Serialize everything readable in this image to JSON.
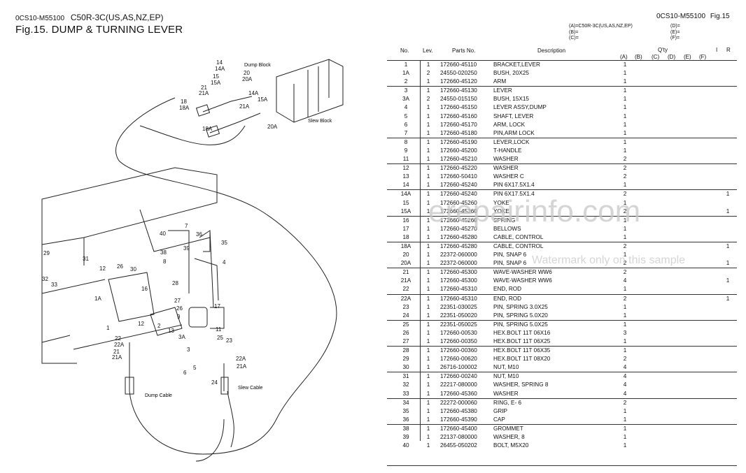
{
  "header": {
    "left_code": "0CS10-M55100",
    "model": "C50R-3C(US,AS,NZ,EP)",
    "title": "Fig.15.  DUMP & TURNING LEVER",
    "right_code": "0CS10-M55100",
    "fig": "Fig.15"
  },
  "models": {
    "a": "(A)=C50R-3C(US,AS,NZ,EP)",
    "b": "(B)=",
    "c": "(C)=",
    "d": "(D)=",
    "e": "(E)=",
    "f": "(F)="
  },
  "columns": {
    "no": "No.",
    "lev": "Lev.",
    "parts_no": "Parts No.",
    "description": "Description",
    "qty": "Q'ty",
    "i": "I",
    "r": "R",
    "a": "(A)",
    "b": "(B)",
    "c": "(C)",
    "d": "(D)",
    "e": "(E)",
    "f": "(F)"
  },
  "parts": [
    {
      "no": "1",
      "lev": "1",
      "part": "172660-45110",
      "desc": "BRACKET,LEVER",
      "a": "1",
      "r": ""
    },
    {
      "no": "1A",
      "lev": "2",
      "part": "24550-020250",
      "desc": "BUSH, 20X25",
      "a": "1",
      "r": ""
    },
    {
      "no": "2",
      "lev": "1",
      "part": "172660-45120",
      "desc": "ARM",
      "a": "1",
      "r": ""
    },
    {
      "no": "3",
      "lev": "1",
      "part": "172660-45130",
      "desc": "LEVER",
      "a": "1",
      "r": ""
    },
    {
      "no": "3A",
      "lev": "2",
      "part": "24550-015150",
      "desc": "BUSH, 15X15",
      "a": "1",
      "r": ""
    },
    {
      "no": "4",
      "lev": "1",
      "part": "172660-45150",
      "desc": "LEVER ASSY,DUMP",
      "a": "1",
      "r": ""
    },
    {
      "no": "5",
      "lev": "1",
      "part": "172660-45160",
      "desc": "SHAFT, LEVER",
      "a": "1",
      "r": ""
    },
    {
      "no": "6",
      "lev": "1",
      "part": "172660-45170",
      "desc": "ARM, LOCK",
      "a": "1",
      "r": ""
    },
    {
      "no": "7",
      "lev": "1",
      "part": "172660-45180",
      "desc": "PIN,ARM LOCK",
      "a": "1",
      "r": ""
    },
    {
      "no": "8",
      "lev": "1",
      "part": "172660-45190",
      "desc": "LEVER,LOCK",
      "a": "1",
      "r": ""
    },
    {
      "no": "9",
      "lev": "1",
      "part": "172660-45200",
      "desc": "T-HANDLE",
      "a": "1",
      "r": ""
    },
    {
      "no": "11",
      "lev": "1",
      "part": "172660-45210",
      "desc": "WASHER",
      "a": "2",
      "r": ""
    },
    {
      "no": "12",
      "lev": "1",
      "part": "172660-45220",
      "desc": "WASHER",
      "a": "2",
      "r": ""
    },
    {
      "no": "13",
      "lev": "1",
      "part": "172660-50410",
      "desc": "WASHER C",
      "a": "2",
      "r": ""
    },
    {
      "no": "14",
      "lev": "1",
      "part": "172660-45240",
      "desc": "PIN 6X17.5X1.4",
      "a": "1",
      "r": ""
    },
    {
      "no": "14A",
      "lev": "1",
      "part": "172660-45240",
      "desc": "PIN 6X17.5X1.4",
      "a": "2",
      "r": "1"
    },
    {
      "no": "15",
      "lev": "1",
      "part": "172660-45260",
      "desc": "YOKE",
      "a": "1",
      "r": ""
    },
    {
      "no": "15A",
      "lev": "1",
      "part": "172660-45260",
      "desc": "YOKE",
      "a": "2",
      "r": "1"
    },
    {
      "no": "16",
      "lev": "1",
      "part": "172660-45260",
      "desc": "SPRING",
      "a": "1",
      "r": ""
    },
    {
      "no": "17",
      "lev": "1",
      "part": "172660-45270",
      "desc": "BELLOWS",
      "a": "1",
      "r": ""
    },
    {
      "no": "18",
      "lev": "1",
      "part": "172660-45280",
      "desc": "CABLE, CONTROL",
      "a": "1",
      "r": ""
    },
    {
      "no": "18A",
      "lev": "1",
      "part": "172660-45280",
      "desc": "CABLE, CONTROL",
      "a": "2",
      "r": "1"
    },
    {
      "no": "20",
      "lev": "1",
      "part": "22372-060000",
      "desc": "PIN, SNAP  6",
      "a": "1",
      "r": ""
    },
    {
      "no": "20A",
      "lev": "1",
      "part": "22372-060000",
      "desc": "PIN, SNAP  6",
      "a": "2",
      "r": "1"
    },
    {
      "no": "21",
      "lev": "1",
      "part": "172660-45300",
      "desc": "WAVE-WASHER WW6",
      "a": "2",
      "r": ""
    },
    {
      "no": "21A",
      "lev": "1",
      "part": "172660-45300",
      "desc": "WAVE-WASHER WW6",
      "a": "4",
      "r": "1"
    },
    {
      "no": "22",
      "lev": "1",
      "part": "172660-45310",
      "desc": "END, ROD",
      "a": "1",
      "r": ""
    },
    {
      "no": "22A",
      "lev": "1",
      "part": "172660-45310",
      "desc": "END, ROD",
      "a": "2",
      "r": "1"
    },
    {
      "no": "23",
      "lev": "1",
      "part": "22351-030025",
      "desc": "PIN, SPRING 3.0X25",
      "a": "1",
      "r": ""
    },
    {
      "no": "24",
      "lev": "1",
      "part": "22351-050020",
      "desc": "PIN, SPRING 5.0X20",
      "a": "1",
      "r": ""
    },
    {
      "no": "25",
      "lev": "1",
      "part": "22351-050025",
      "desc": "PIN, SPRING 5.0X25",
      "a": "1",
      "r": ""
    },
    {
      "no": "26",
      "lev": "1",
      "part": "172660-00530",
      "desc": "HEX.BOLT 11T 06X16",
      "a": "3",
      "r": ""
    },
    {
      "no": "27",
      "lev": "1",
      "part": "172660-00350",
      "desc": "HEX.BOLT 11T 06X25",
      "a": "1",
      "r": ""
    },
    {
      "no": "28",
      "lev": "1",
      "part": "172660-00360",
      "desc": "HEX.BOLT 11T 06X35",
      "a": "1",
      "r": ""
    },
    {
      "no": "29",
      "lev": "1",
      "part": "172660-00620",
      "desc": "HEX.BOLT 11T 08X20",
      "a": "2",
      "r": ""
    },
    {
      "no": "30",
      "lev": "1",
      "part": "26716-100002",
      "desc": "NUT, M10",
      "a": "4",
      "r": ""
    },
    {
      "no": "31",
      "lev": "1",
      "part": "172660-00240",
      "desc": "NUT, M10",
      "a": "4",
      "r": ""
    },
    {
      "no": "32",
      "lev": "1",
      "part": "22217-080000",
      "desc": "WASHER, SPRING  8",
      "a": "4",
      "r": ""
    },
    {
      "no": "33",
      "lev": "1",
      "part": "172660-45360",
      "desc": "WASHER",
      "a": "4",
      "r": ""
    },
    {
      "no": "34",
      "lev": "1",
      "part": "22272-000060",
      "desc": "RING, E- 6",
      "a": "2",
      "r": ""
    },
    {
      "no": "35",
      "lev": "1",
      "part": "172660-45380",
      "desc": "GRIP",
      "a": "1",
      "r": ""
    },
    {
      "no": "36",
      "lev": "1",
      "part": "172660-45390",
      "desc": "CAP",
      "a": "1",
      "r": ""
    },
    {
      "no": "38",
      "lev": "1",
      "part": "172660-45400",
      "desc": "GROMMET",
      "a": "1",
      "r": ""
    },
    {
      "no": "39",
      "lev": "1",
      "part": "22137-080000",
      "desc": "WASHER,  8",
      "a": "1",
      "r": ""
    },
    {
      "no": "40",
      "lev": "1",
      "part": "26455-050202",
      "desc": "BOLT, M5X20",
      "a": "1",
      "r": ""
    }
  ],
  "diagram": {
    "labels": {
      "dump_block": "Dump Block",
      "slew_block": "Slew Block",
      "dump_cable": "Dump Cable",
      "slew_cable": "Slew Cable"
    },
    "callouts": [
      "14",
      "14A",
      "20",
      "20A",
      "15",
      "15A",
      "21",
      "21A",
      "14A",
      "15A",
      "21A",
      "20A",
      "18",
      "18A",
      "18A",
      "40",
      "7",
      "38",
      "39",
      "36",
      "35",
      "29",
      "8",
      "4",
      "31",
      "12",
      "26",
      "30",
      "32",
      "33",
      "1A",
      "16",
      "28",
      "27",
      "26",
      "17",
      "1",
      "9",
      "12",
      "2",
      "13",
      "3A",
      "11",
      "25",
      "22",
      "22A",
      "21",
      "21A",
      "23",
      "3",
      "22A",
      "21A",
      "6",
      "5",
      "24"
    ]
  },
  "watermarks": {
    "main": "erepairinfo.com",
    "sub": "Watermark only on this sample"
  }
}
